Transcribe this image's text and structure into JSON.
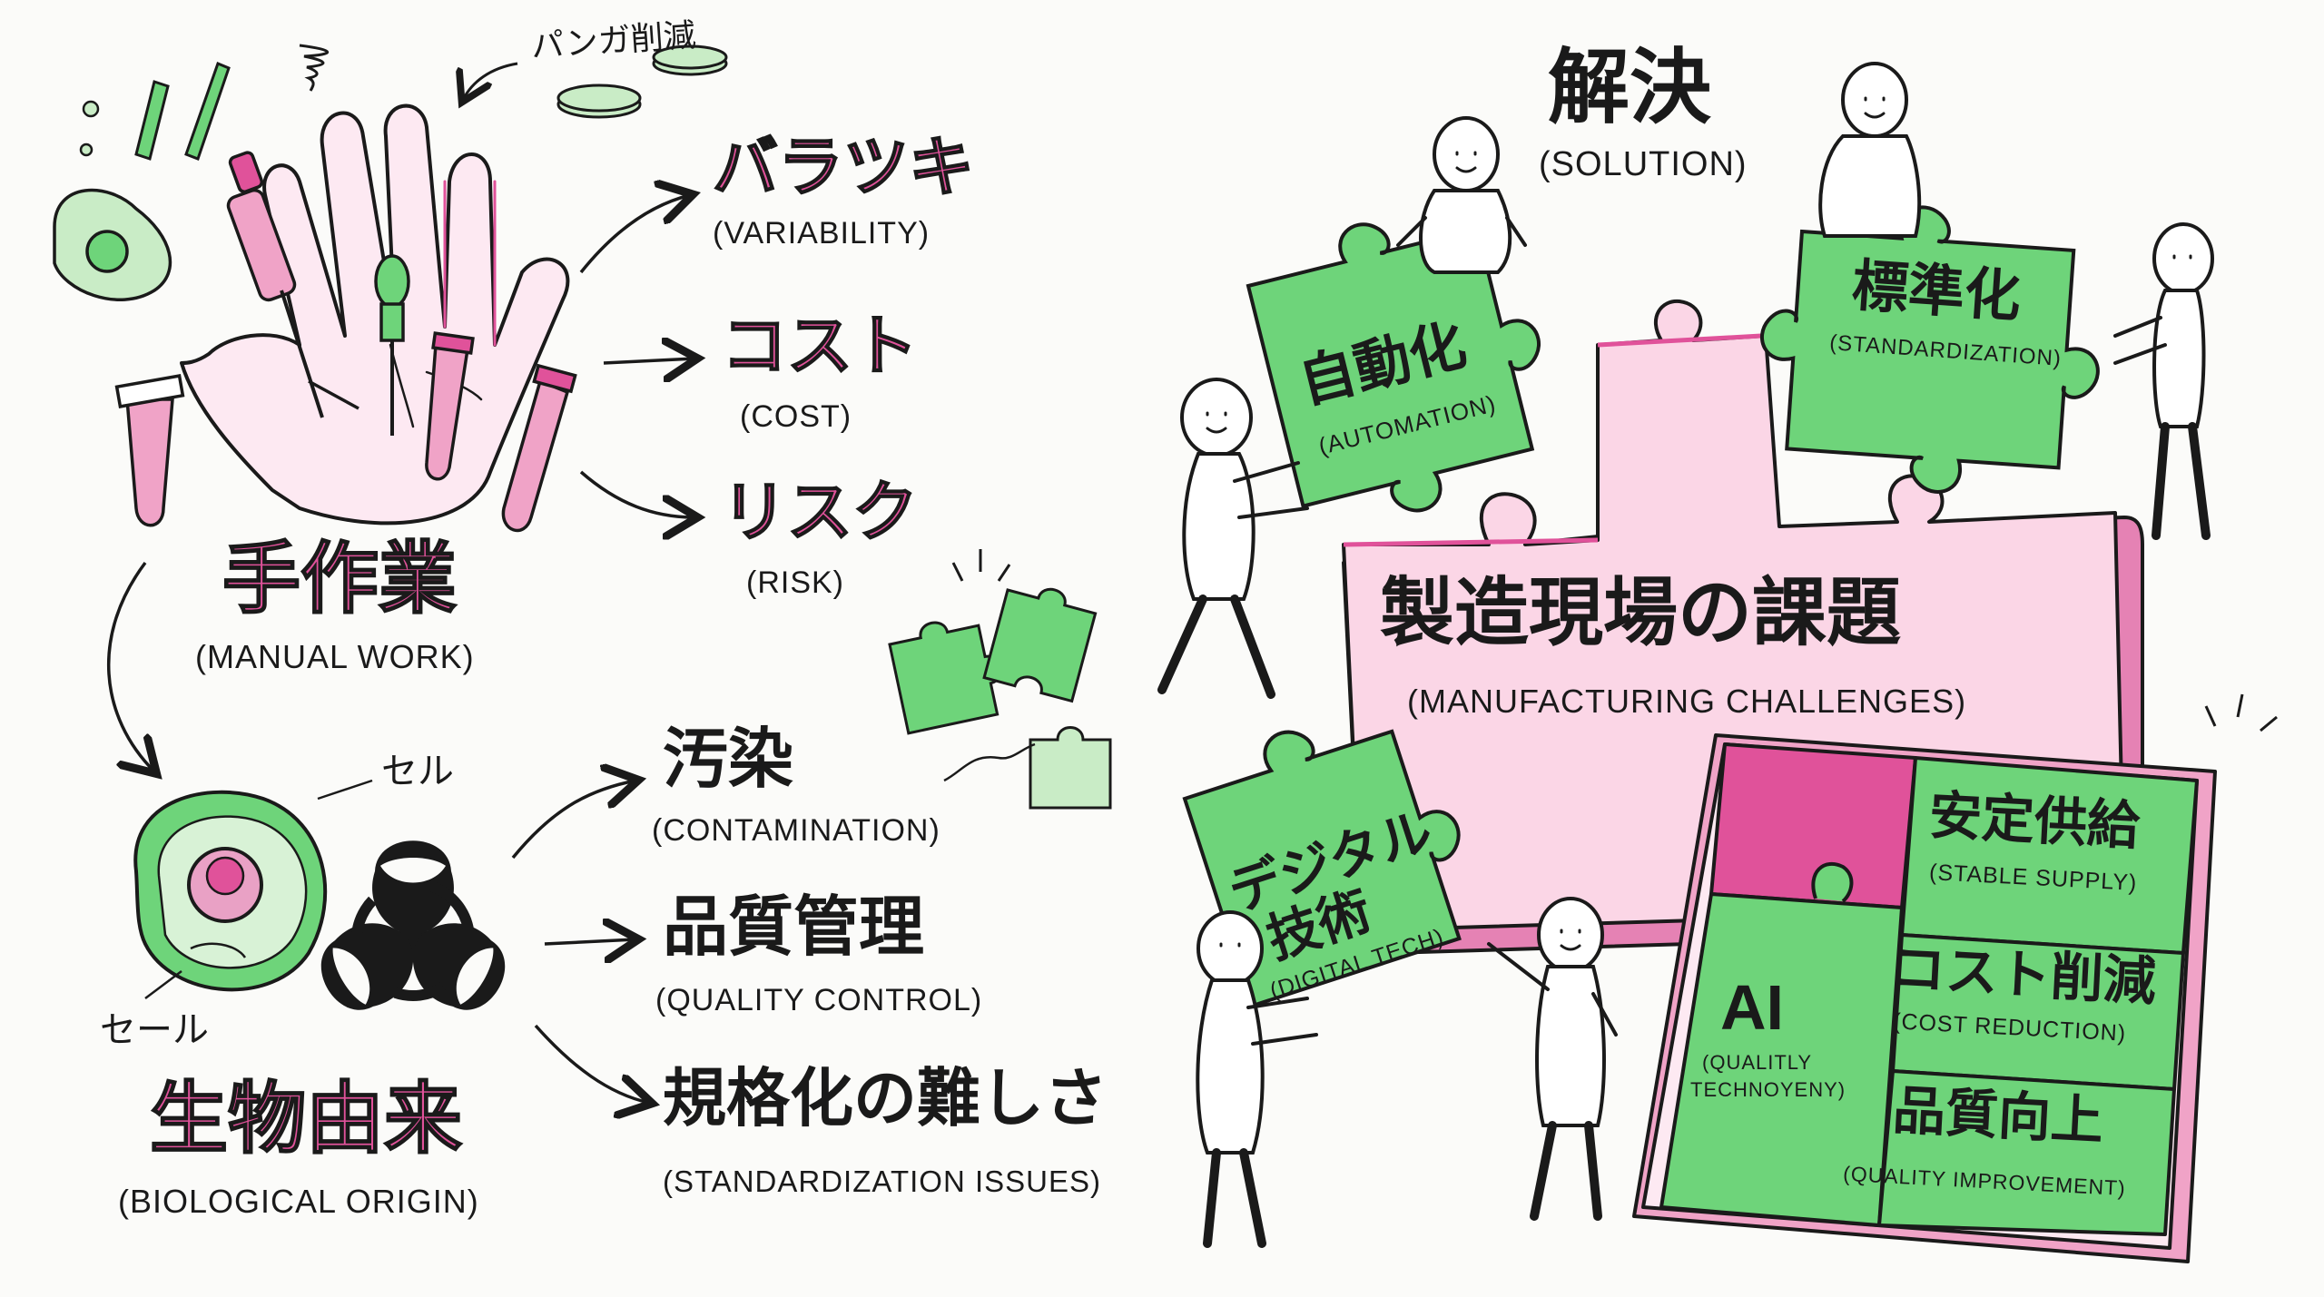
{
  "left": {
    "annotation_top": "パンガ削減",
    "manual": {
      "jp": "手作業",
      "en": "(MANUAL WORK)"
    },
    "manual_effects": [
      {
        "jp": "バラツキ",
        "en": "(VARIABILITY)"
      },
      {
        "jp": "コスト",
        "en": "(COST)"
      },
      {
        "jp": "リスク",
        "en": "(RISK)"
      }
    ],
    "cell_label_1": "セル",
    "cell_label_2": "セール",
    "bio": {
      "jp": "生物由来",
      "en": "(BIOLOGICAL ORIGIN)"
    },
    "bio_effects": [
      {
        "jp": "汚染",
        "en": "(CONTAMINATION)"
      },
      {
        "jp": "品質管理",
        "en": "(QUALITY CONTROL)"
      },
      {
        "jp": "規格化の難しさ",
        "en": "(STANDARDIZATION ISSUES)"
      }
    ]
  },
  "right": {
    "solution": {
      "jp": "解決",
      "en": "(SOLUTION)"
    },
    "challenges": {
      "jp": "製造現場の課題",
      "en": "(MANUFACTURING CHALLENGES)"
    },
    "pieces": [
      {
        "jp": "自動化",
        "en": "(AUTOMATION)"
      },
      {
        "jp": "標準化",
        "en": "(STANDARDIZATION)"
      },
      {
        "jp1": "デジタル",
        "jp2": "技術",
        "en": "(DIGITAL TECH)"
      }
    ],
    "board": {
      "ai": "AI",
      "ai_sub1": "(QUALITLY",
      "ai_sub2": "TECHNOYENY)",
      "items": [
        {
          "jp": "安定供給",
          "en": "(STABLE SUPPLY)"
        },
        {
          "jp": "コスト削減",
          "en": "(COST REDUCTION)"
        },
        {
          "jp": "品質向上",
          "en": "(QUALITY IMPROVEMENT)"
        }
      ]
    }
  },
  "colors": {
    "pink": "#e0529a",
    "pink_light": "#f8cfe2",
    "green": "#6ed47a",
    "green_light": "#c9ecc6",
    "ink": "#1a1a1a"
  }
}
